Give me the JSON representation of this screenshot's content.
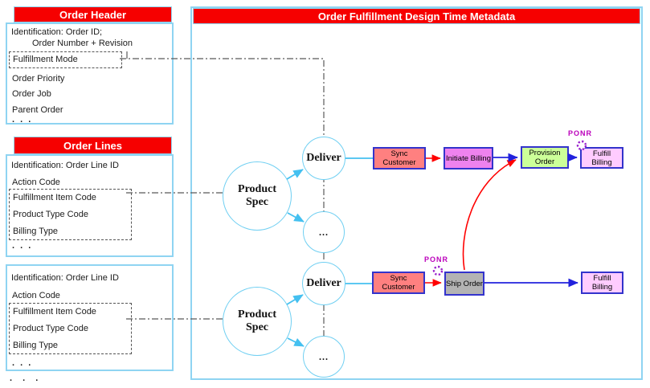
{
  "left_panel": {
    "order_header": {
      "title": "Order Header",
      "id_line1": "Identification: Order ID;",
      "id_line2": "Order Number + Revision",
      "fulfillment_mode": "Fulfillment Mode",
      "order_priority": "Order Priority",
      "order_job": "Order Job",
      "parent_order": "Parent Order",
      "ellipsis": ". . ."
    },
    "order_lines": {
      "title": "Order Lines",
      "identification": "Identification: Order Line ID",
      "action_code": "Action Code",
      "fulfillment_item_code": "Fulfillment Item Code",
      "product_type_code": "Product Type Code",
      "billing_type": "Billing Type",
      "ellipsis": ". . ."
    },
    "order_line_detail_2": {
      "identification": "Identification: Order Line ID",
      "action_code": "Action Code",
      "fulfillment_item_code": "Fulfillment Item Code",
      "product_type_code": "Product Type Code",
      "billing_type": "Billing Type",
      "ellipsis": ". . ."
    },
    "more_indicator": ". . ."
  },
  "main_panel": {
    "title": "Order Fulfillment Design Time Metadata",
    "flow_top": {
      "product_spec": "Product Spec",
      "deliver": "Deliver",
      "dots": "...",
      "sync_customer": "Sync Customer",
      "initiate_billing": "Initiate Billing",
      "provision_order": "Provision Order",
      "fulfill_billing": "Fulfill Billing",
      "ponr": "PONR"
    },
    "flow_bottom": {
      "product_spec": "Product Spec",
      "deliver": "Deliver",
      "dots": "...",
      "sync_customer": "Sync Customer",
      "ship_order": "Ship Order",
      "fulfill_billing": "Fulfill Billing",
      "ponr": "PONR"
    }
  },
  "colors": {
    "title_bar_red": "#F60000",
    "panel_border_cyan": "#8FD4F2",
    "circle_border_cyan": "#6FCFF2",
    "step_border_blue": "#3333CC",
    "sync_customer_fill": "#FF8080",
    "initiate_billing_fill": "#EE82EE",
    "provision_order_fill": "#CCFF99",
    "fulfill_billing_fill": "#FFCCFF",
    "ship_order_fill": "#B3B3B3",
    "ponr_magenta": "#BB00BB",
    "arrow_red": "#FF0000",
    "arrow_blue": "#2222DD",
    "arrow_cyan": "#44C0F0",
    "dash_line_gray": "#595959"
  }
}
